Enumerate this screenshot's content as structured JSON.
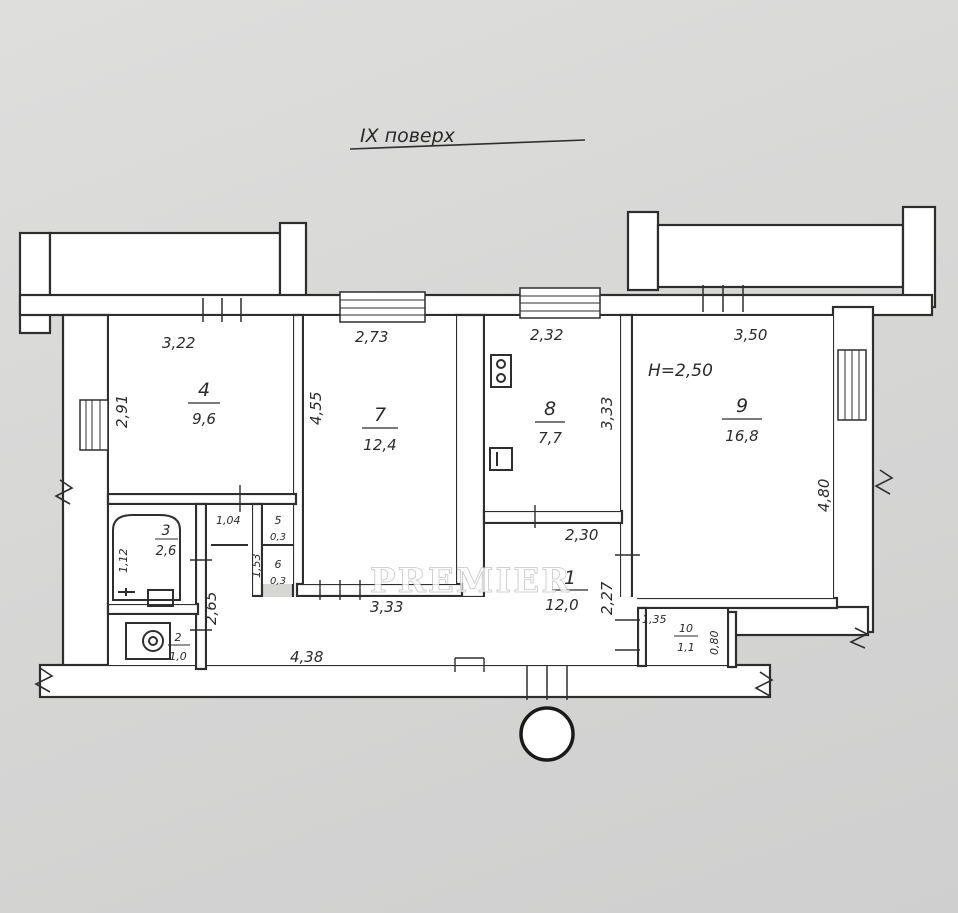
{
  "title": "IX поверх",
  "ceiling_height": "H=2,50",
  "rooms": [
    {
      "id": "4",
      "number": "4",
      "area": "9,6"
    },
    {
      "id": "7",
      "number": "7",
      "area": "12,4"
    },
    {
      "id": "8",
      "number": "8",
      "area": "7,7"
    },
    {
      "id": "9",
      "number": "9",
      "area": "16,8"
    },
    {
      "id": "3",
      "number": "3",
      "area": "2,6"
    },
    {
      "id": "2",
      "number": "2",
      "area": "1,0"
    },
    {
      "id": "1",
      "number": "1",
      "area": "12,0"
    },
    {
      "id": "10",
      "number": "10",
      "area": "1,1"
    },
    {
      "id": "5",
      "number": "5",
      "area": "0,3"
    },
    {
      "id": "6",
      "number": "6",
      "area": "0,3"
    }
  ],
  "dimensions": {
    "r4_width": "3,22",
    "r4_height": "2,91",
    "r7_width": "2,73",
    "r7_height": "4,55",
    "r7_bottom": "3,33",
    "r8_width": "2,32",
    "r8_height": "3,33",
    "r9_width": "3,50",
    "r9_height": "4,80",
    "hall_bottom": "4,38",
    "hall_left": "2,65",
    "corridor_width": "1,04",
    "closet_height": "1,53",
    "bath_length": "1,12",
    "r1_width": "2,30",
    "r1_height": "2,27",
    "r10_width": "1,35",
    "r10_height": "0,80"
  },
  "watermark": {
    "brand": "PREMIER",
    "subtitle": "НЕРУХОМІСТЬ"
  }
}
